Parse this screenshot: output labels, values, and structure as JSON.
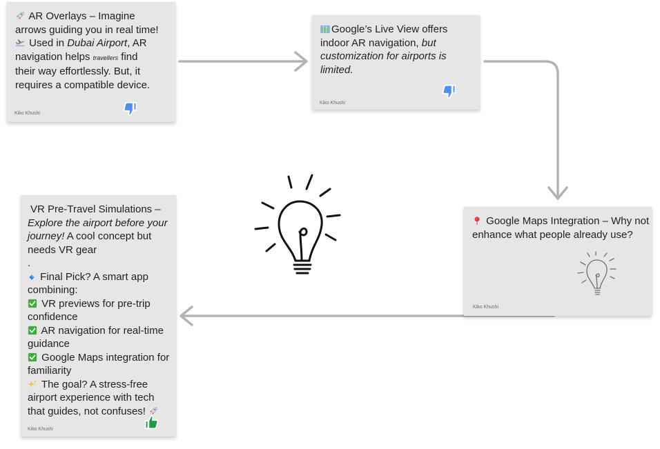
{
  "board": {
    "author": "Kiko Khushi"
  },
  "cards": {
    "ar": {
      "l1": "AR Overlays – Imagine",
      "l2": "arrows guiding you in real time!",
      "l3a": "Used in ",
      "l3b": "Dubai Airport",
      "l3c": ", AR",
      "l4a": "navigation helps ",
      "l4b": "travellers",
      "l4c": " find",
      "l5": "their way effortlessly. But, it",
      "l6": "requires a compatible device.",
      "author": "Kiko Khushi",
      "reaction": "thumbs-down"
    },
    "liveview": {
      "l1": "Google’s Live View offers",
      "l2a": "indoor AR navigation, ",
      "l2b": "but",
      "l3": "customization for airports is",
      "l4": "limited.",
      "author": "Kiko Khushi",
      "reaction": "thumbs-down"
    },
    "maps": {
      "l1": "Google Maps Integration – Why not",
      "l2": "enhance what people already use?",
      "author": "Kiko Khushi"
    },
    "vr": {
      "l1": "VR Pre-Travel Simulations –",
      "l2": "Explore the airport before your",
      "l3a": "journey!",
      "l3b": "  A cool concept but",
      "l4": "needs VR gear",
      "l5": ".",
      "l6": "Final Pick? A smart app",
      "l7": "combining:",
      "l8": "VR previews for pre-trip",
      "l9": "confidence",
      "l10": "AR navigation for real-time",
      "l11": "guidance",
      "l12": "Google Maps integration for",
      "l13": "familiarity",
      "l14": "The goal? A stress-free",
      "l15": "airport experience with tech",
      "l16": "that guides, not confuses!",
      "author": "Kiko Khushi",
      "reaction": "thumbs-up"
    }
  },
  "colors": {
    "sticky": "#e6e6e6",
    "connector": "#b3b3b3",
    "thumbs_down": "#4f8fef",
    "thumbs_up": "#1e9a4b",
    "check": "#3fae3f"
  },
  "icons": {
    "rocket": "rocket-icon",
    "airplane": "airplane-icon",
    "map": "map-icon",
    "pin": "pin-icon",
    "diamond": "blue-diamond-icon",
    "check": "check-box-icon",
    "sparkles": "sparkles-icon",
    "bulb": "lightbulb-icon"
  }
}
